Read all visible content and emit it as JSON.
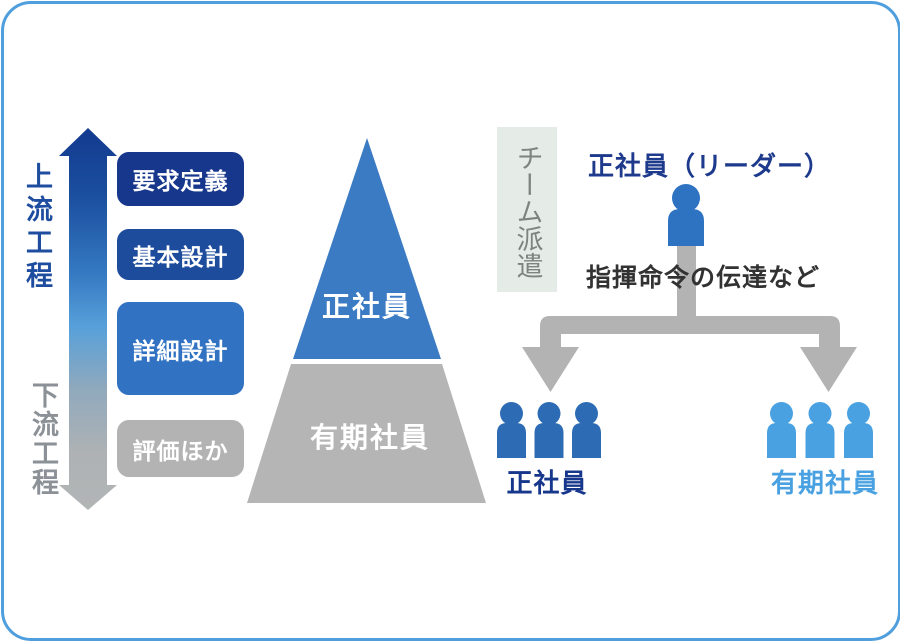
{
  "diagram": {
    "process_flow": {
      "upstream_label": "上流工程",
      "downstream_label": "下流工程",
      "stages": [
        {
          "label": "要求定義",
          "color": "#17378c"
        },
        {
          "label": "基本設計",
          "color": "#1d4c9d"
        },
        {
          "label": "詳細設計",
          "color": "#3173c2"
        },
        {
          "label": "評価ほか",
          "color": "#b3b3b3"
        }
      ]
    },
    "pyramid": {
      "upper_label": "正社員",
      "lower_label": "有期社員",
      "upper_color": "#3b7bc4",
      "lower_color": "#b5b5b5"
    },
    "team_dispatch": {
      "banner_label": "チーム派遣",
      "leader_label": "正社員（リーダー）",
      "command_label": "指揮命令の伝達など",
      "regular_group_label": "正社員",
      "fixed_term_group_label": "有期社員"
    }
  },
  "palette": {
    "card_border": "#4f9edd",
    "upstream_text": "#1e4da0",
    "downstream_text": "#8b9196",
    "arrow_gradient_top": "#133a8e",
    "arrow_gradient_mid": "#57a0da",
    "arrow_gradient_bottom": "#b2b5b6",
    "banner_background": "#e5ebe7",
    "banner_text": "#7d847f",
    "leader_person": "#2d73c2",
    "regular_group_person": "#2d6cb5",
    "fixed_term_group_person": "#49a1e1",
    "branch_arrow": "#b3b3b3",
    "command_text": "#323232"
  }
}
